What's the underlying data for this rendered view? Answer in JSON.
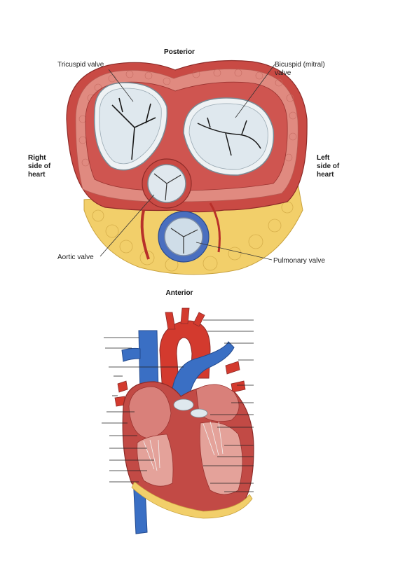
{
  "top_view": {
    "posterior": "Posterior",
    "anterior": "Anterior",
    "right_side": [
      "Right",
      "side of",
      "heart"
    ],
    "left_side": [
      "Left",
      "side of",
      "heart"
    ],
    "valves": {
      "tricuspid": "Tricuspid valve",
      "bicuspid": [
        "Bicuspid (mitral)",
        "valve"
      ],
      "aortic": "Aortic valve",
      "pulmonary": "Pulmonary valve"
    }
  },
  "colors": {
    "muscle": "#c94a44",
    "muscle_dark": "#a83632",
    "fat": "#f2cf6a",
    "valve": "#dfe8ee",
    "vein_blue": "#3a6fc4",
    "artery_red": "#d33a2e"
  }
}
